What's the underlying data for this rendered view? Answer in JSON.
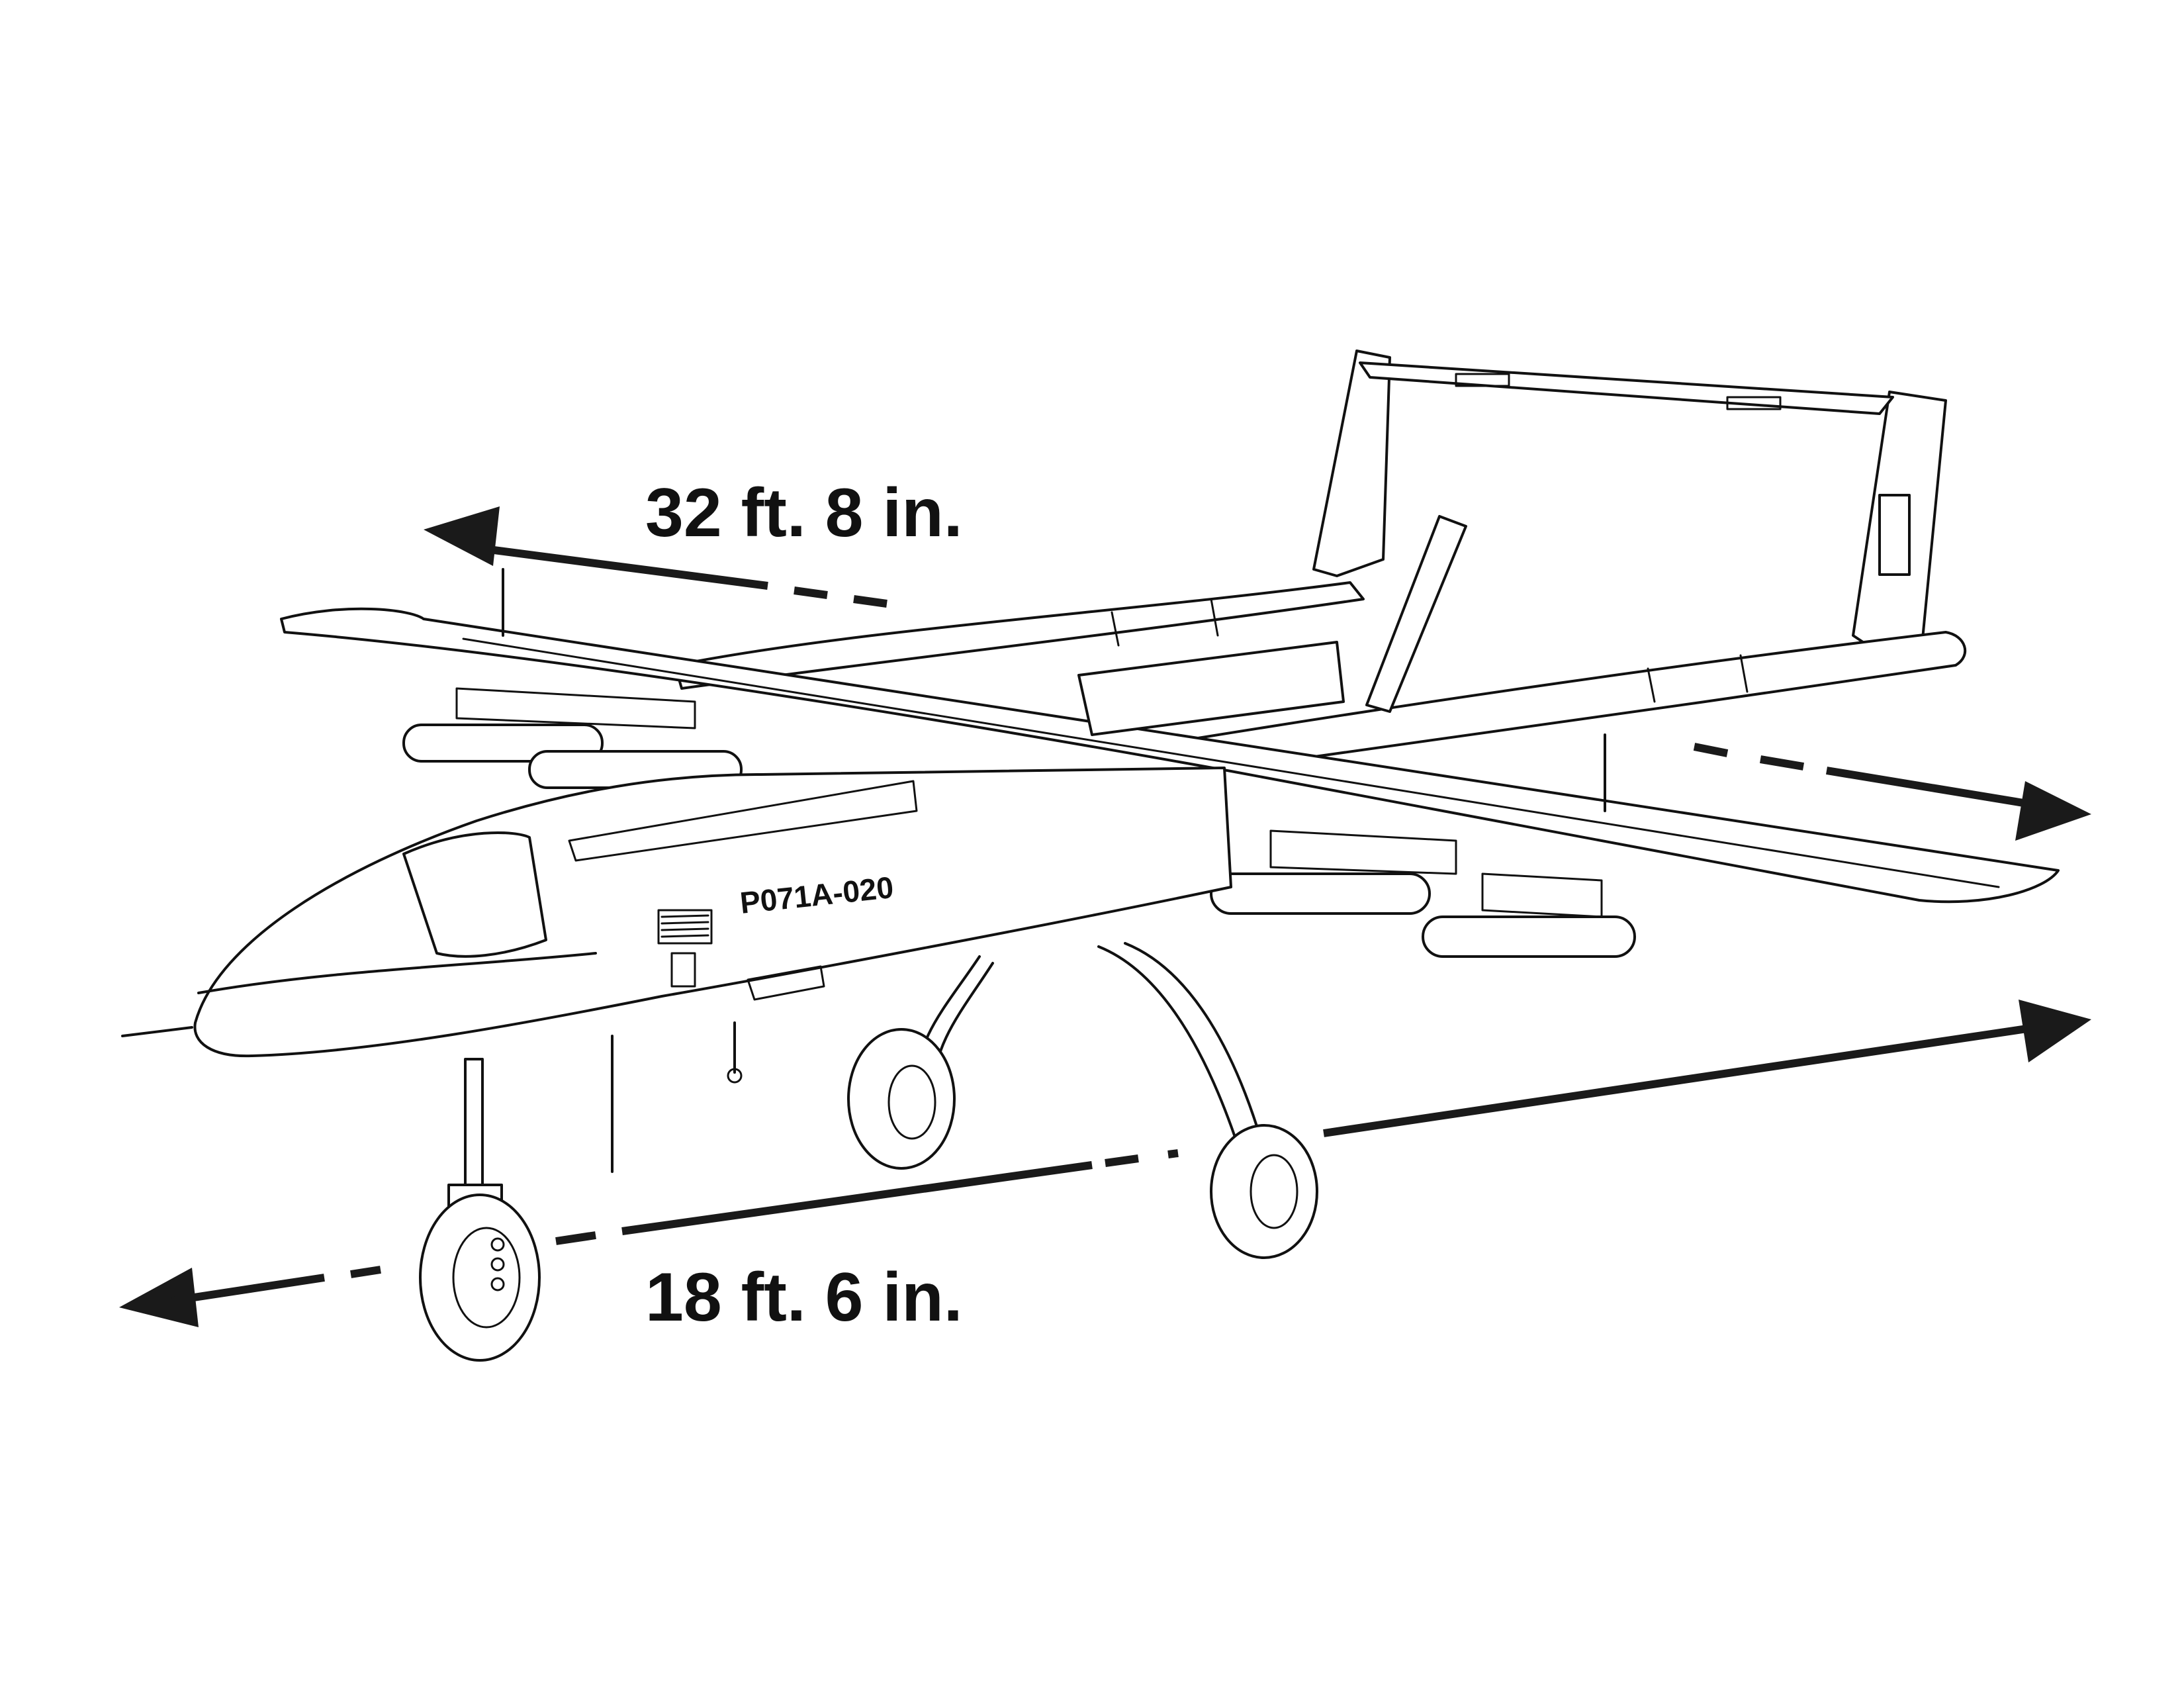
{
  "dimensions": {
    "wingspan_label": "32 ft. 8 in.",
    "length_label": "18 ft. 6 in."
  },
  "aircraft": {
    "tail_number": "P071A-020"
  },
  "colors": {
    "line": "#111111",
    "arrow": "#1a1a1a",
    "background": "#ffffff"
  }
}
